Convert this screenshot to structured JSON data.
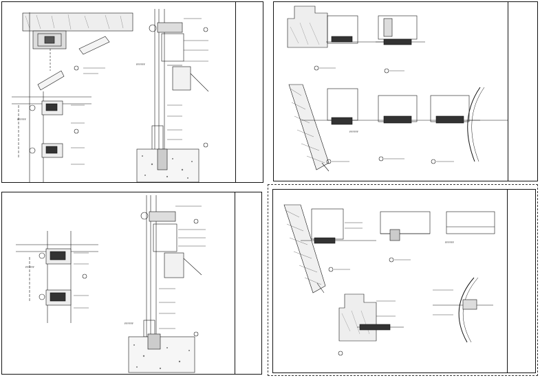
{
  "sheets": [
    {
      "id": "sheet-1",
      "labels": [
        "FFFFFF",
        "FFFFFF"
      ]
    },
    {
      "id": "sheet-2",
      "labels": [
        "FFFFFF"
      ]
    },
    {
      "id": "sheet-3",
      "labels": [
        "FFFFFF",
        "FFFFFF"
      ]
    },
    {
      "id": "sheet-4",
      "labels": [
        "FFFFFF"
      ]
    }
  ],
  "colors": {
    "line": "#111111",
    "paper": "#ffffff",
    "hatch": "#444444"
  }
}
